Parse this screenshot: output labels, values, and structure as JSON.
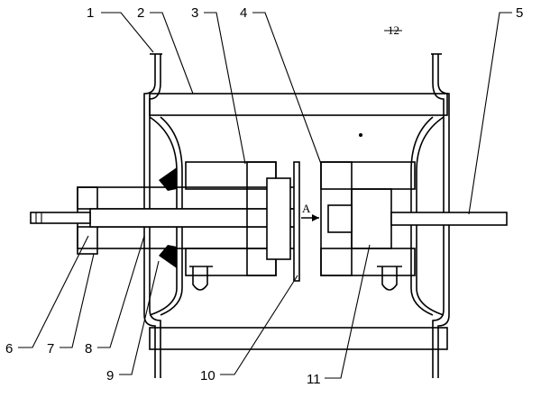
{
  "callouts": [
    {
      "id": "1",
      "text": "1"
    },
    {
      "id": "2",
      "text": "2"
    },
    {
      "id": "3",
      "text": "3"
    },
    {
      "id": "4",
      "text": "4"
    },
    {
      "id": "5",
      "text": "5"
    },
    {
      "id": "6",
      "text": "6"
    },
    {
      "id": "7",
      "text": "7"
    },
    {
      "id": "8",
      "text": "8"
    },
    {
      "id": "9",
      "text": "9"
    },
    {
      "id": "10",
      "text": "10"
    },
    {
      "id": "11",
      "text": "11"
    },
    {
      "id": "12",
      "text": "12"
    }
  ],
  "section_marker": "A"
}
